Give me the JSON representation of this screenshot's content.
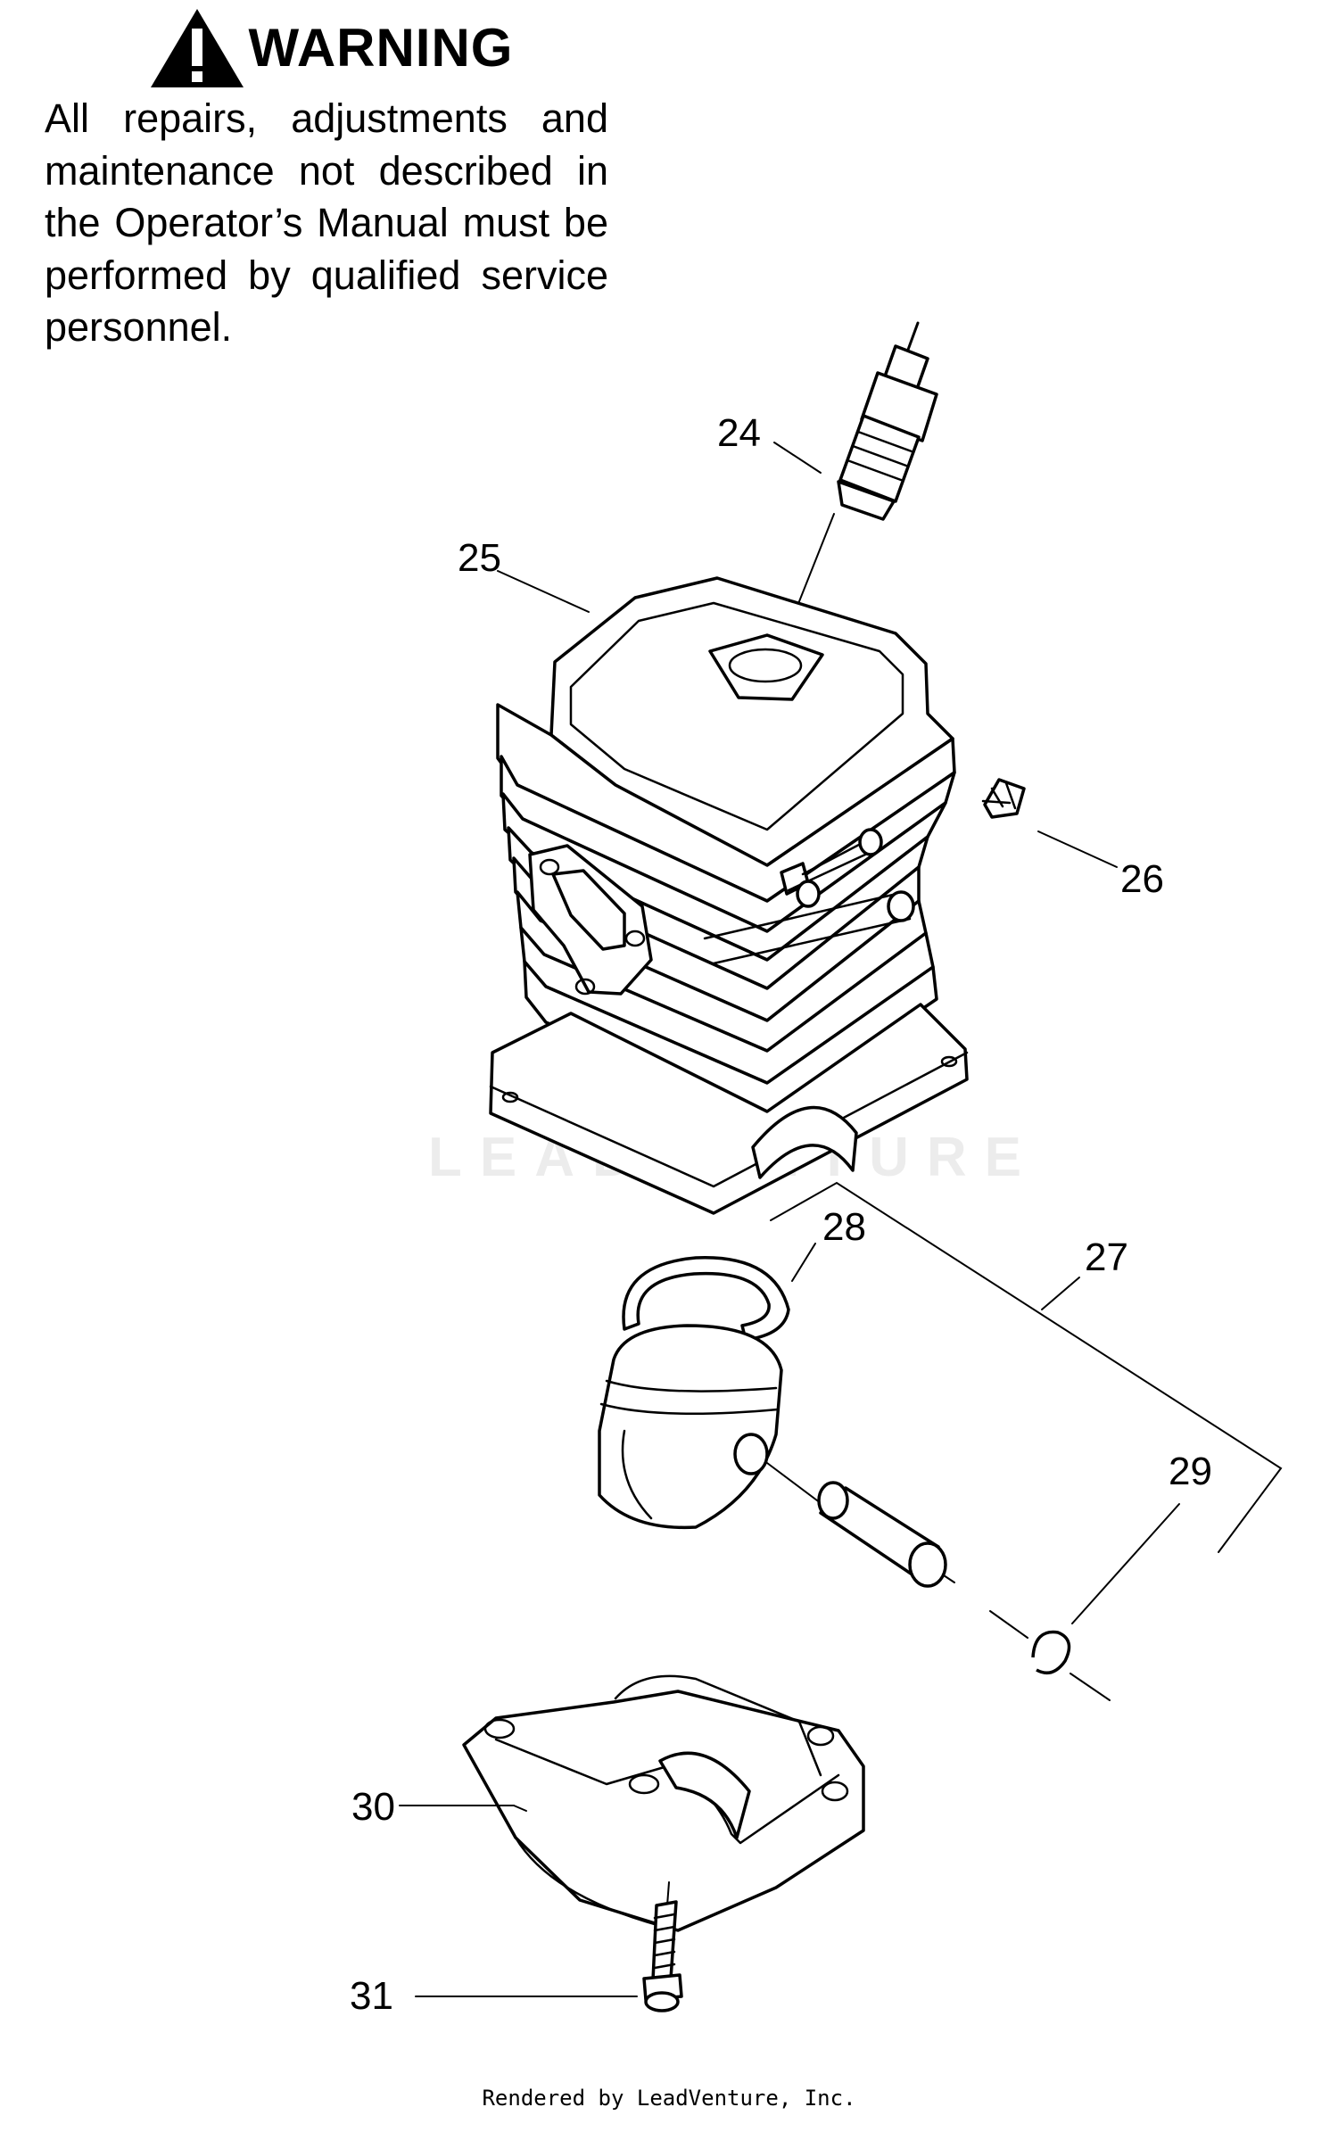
{
  "warning": {
    "title": "WARNING",
    "icon": "warning-triangle-icon",
    "text": "All repairs, adjustments and maintenance not described in the Operator’s Manual must be performed by qualified service personnel."
  },
  "callouts": {
    "c24": "24",
    "c25": "25",
    "c26": "26",
    "c27": "27",
    "c28": "28",
    "c29": "29",
    "c30": "30",
    "c31": "31"
  },
  "watermark": "LEADVENTURE",
  "footer": "Rendered by LeadVenture, Inc."
}
